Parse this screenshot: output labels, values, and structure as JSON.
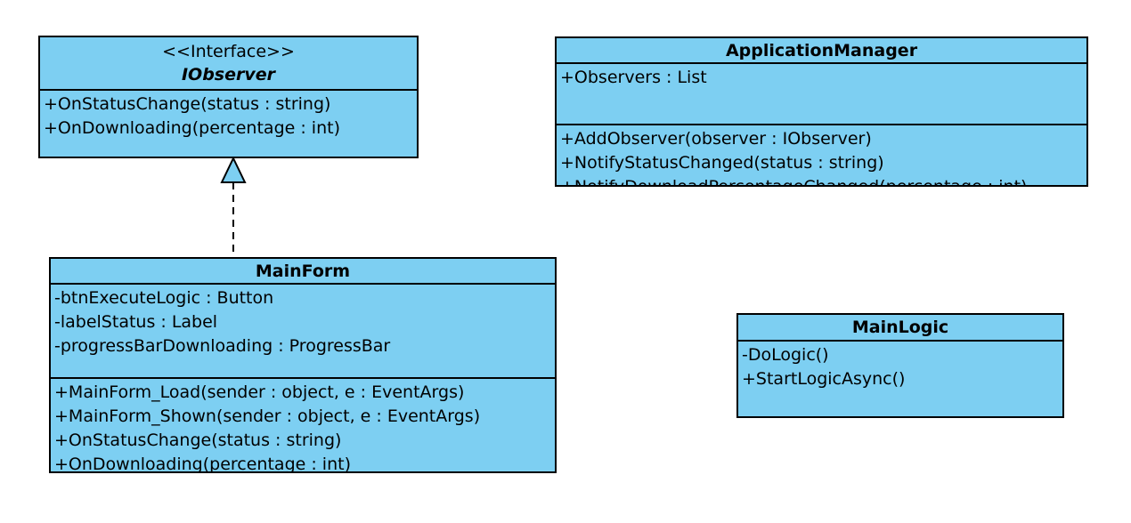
{
  "diagram": {
    "type": "uml-class-diagram",
    "colors": {
      "background": "#FFFFFF",
      "node_fill": "#7DCFF2",
      "node_border": "#000000",
      "text": "#000000"
    },
    "classes": [
      {
        "id": "IObserver",
        "stereotype": "<<Interface>>",
        "name": "IObserver",
        "attributes": [],
        "methods": [
          "+OnStatusChange(status : string)",
          "+OnDownloading(percentage : int)"
        ]
      },
      {
        "id": "ApplicationManager",
        "stereotype": "",
        "name": "ApplicationManager",
        "attributes": [
          "+Observers : List"
        ],
        "methods": [
          "+AddObserver(observer : IObserver)",
          "+NotifyStatusChanged(status : string)",
          "+NotifyDownloadPercentageChanged(percentage : int)"
        ]
      },
      {
        "id": "MainForm",
        "stereotype": "",
        "name": "MainForm",
        "attributes": [
          "-btnExecuteLogic : Button",
          "-labelStatus : Label",
          "-progressBarDownloading : ProgressBar"
        ],
        "methods": [
          "+MainForm_Load(sender : object, e : EventArgs)",
          "+MainForm_Shown(sender : object, e : EventArgs)",
          "+OnStatusChange(status : string)",
          "+OnDownloading(percentage : int)"
        ]
      },
      {
        "id": "MainLogic",
        "stereotype": "",
        "name": "MainLogic",
        "attributes": [],
        "methods": [
          "-DoLogic()",
          "+StartLogicAsync()"
        ]
      }
    ],
    "relationships": [
      {
        "type": "realization",
        "from": "MainForm",
        "to": "IObserver",
        "line_style": "dashed",
        "arrowhead": "hollow-triangle"
      }
    ]
  }
}
